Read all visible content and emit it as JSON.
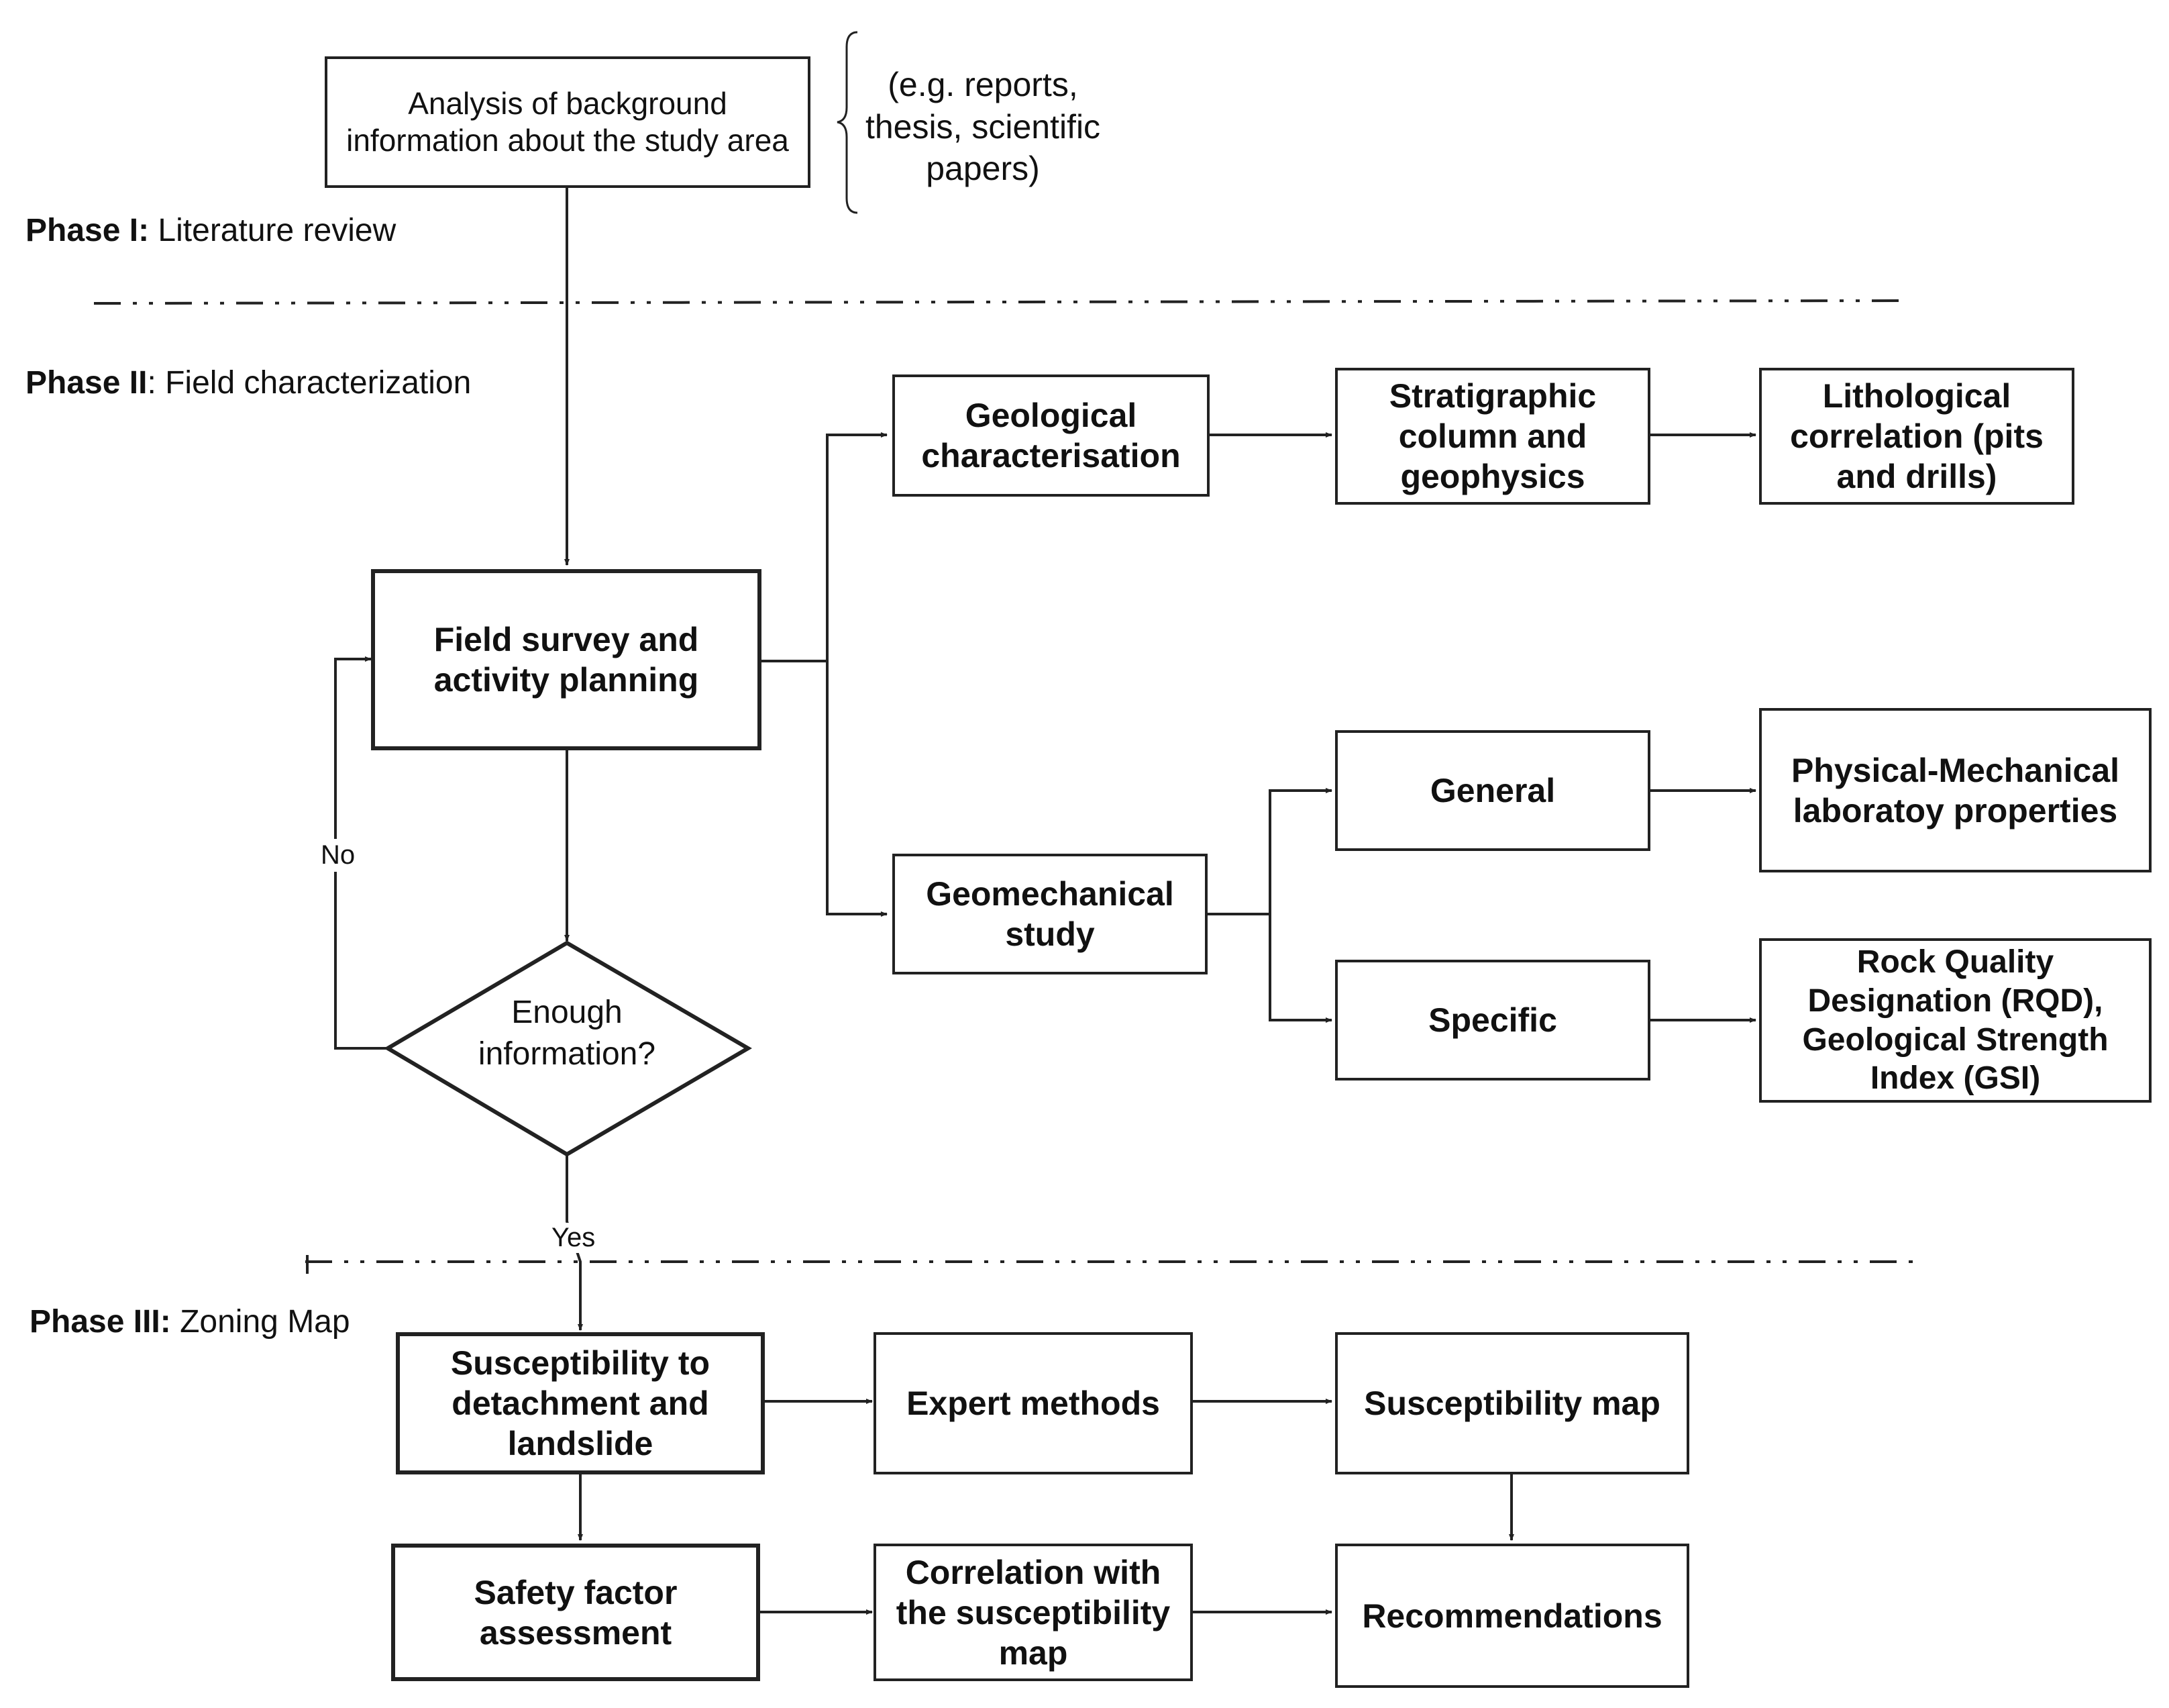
{
  "phases": {
    "phase1": {
      "label": "Phase I:",
      "name": "Literature review"
    },
    "phase2": {
      "label": "Phase II",
      "name": ": Field characterization"
    },
    "phase3": {
      "label": "Phase III:",
      "name": "Zoning Map"
    }
  },
  "nodes": {
    "background": "Analysis of background information about the study area",
    "sources_note": "(e.g. reports, thesis, scientific papers)",
    "field_survey": "Field survey and activity planning",
    "decision": "Enough information?",
    "geological": "Geological characterisation",
    "stratigraphic": "Stratigraphic column and geophysics",
    "lithological": "Lithological correlation (pits and drills)",
    "geomechanical": "Geomechanical study",
    "general": "General",
    "physical_mechanical": "Physical-Mechanical laboratoy properties",
    "specific": "Specific",
    "rqd_gsi": "Rock Quality Designation (RQD), Geological Strength Index (GSI)",
    "susceptibility_detachment": "Susceptibility to detachment and landslide",
    "expert_methods": "Expert methods",
    "susceptibility_map": "Susceptibility map",
    "safety_factor": "Safety factor assessment",
    "correlation": "Correlation with the susceptibility map",
    "recommendations": "Recommendations"
  },
  "edge_labels": {
    "no": "No",
    "yes": "Yes"
  }
}
